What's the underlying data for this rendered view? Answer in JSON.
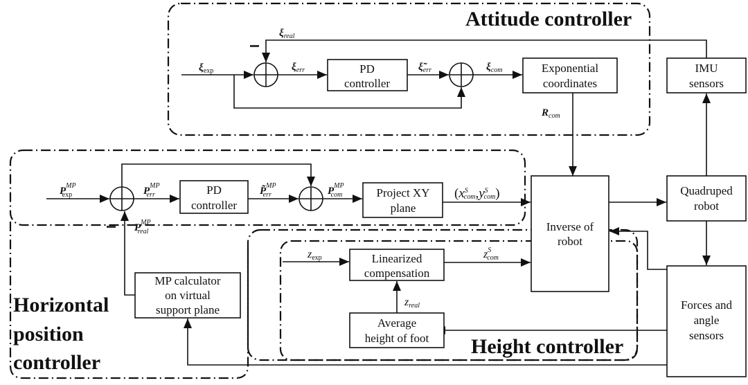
{
  "groups": {
    "attitude": {
      "title": "Attitude controller"
    },
    "horizontal": {
      "title_lines": [
        "Horizontal",
        "position",
        "controller"
      ]
    },
    "height": {
      "title": "Height controller"
    }
  },
  "blocks": {
    "pd_attitude": [
      "PD",
      "controller"
    ],
    "exponential": [
      "Exponential",
      "coordinates"
    ],
    "imu": [
      "IMU",
      "sensors"
    ],
    "pd_horizontal": [
      "PD",
      "controller"
    ],
    "project_xy": [
      "Project XY",
      "plane"
    ],
    "inverse": [
      "Inverse of",
      "robot"
    ],
    "quadruped": [
      "Quadruped",
      "robot"
    ],
    "mp_calculator": [
      "MP calculator",
      "on virtual",
      "support plane"
    ],
    "linearized": [
      "Linearized",
      "compensation"
    ],
    "average_height": [
      "Average",
      "height of foot"
    ],
    "forces_sensors": [
      "Forces and",
      "angle",
      "sensors"
    ]
  },
  "signals": {
    "xi_exp": {
      "base": "ξ",
      "sub": "exp"
    },
    "xi_real": {
      "base": "ξ",
      "sub": "real"
    },
    "xi_err": {
      "base": "ξ",
      "sub": "err"
    },
    "xi_err_tilde": {
      "base": "ξ̃",
      "sub": "err"
    },
    "xi_com": {
      "base": "ξ",
      "sub": "com"
    },
    "r_com": {
      "base": "R",
      "sub": "com"
    },
    "p_exp": {
      "base": "P",
      "sup": "MP",
      "sub": "exp"
    },
    "p_err": {
      "base": "P",
      "sup": "MP",
      "sub": "err"
    },
    "p_err_tilde": {
      "base": "P̃",
      "sup": "MP",
      "sub": "err"
    },
    "p_com": {
      "base": "P",
      "sup": "MP",
      "sub": "com"
    },
    "p_real": {
      "base": "P",
      "sup": "MP",
      "sub": "real"
    },
    "xy_com": {
      "open": "(",
      "x": "x",
      "y": "y",
      "sup": "S",
      "sub": "com",
      "sep": ",",
      "close": ")"
    },
    "z_exp": {
      "base": "z",
      "sub": "exp"
    },
    "z_com": {
      "base": "z",
      "sup": "S",
      "sub": "com"
    },
    "z_real": {
      "base": "z",
      "sub": "real"
    }
  },
  "signs": {
    "negative": "−"
  }
}
